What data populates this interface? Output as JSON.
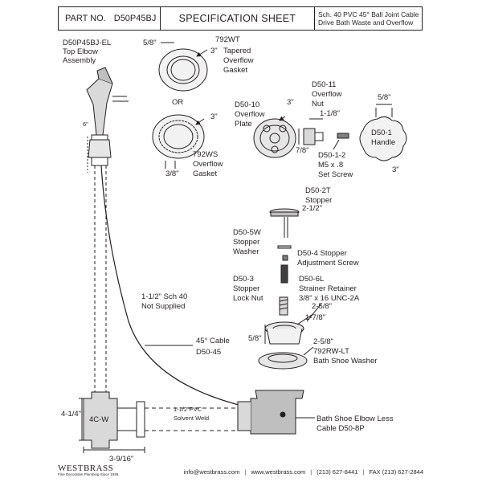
{
  "header": {
    "part_label": "PART NO.",
    "part_number": "D50P45BJ",
    "title": "SPECIFICATION SHEET",
    "description_line1": "Sch. 40 PVC 45° Ball Joint Cable",
    "description_line2": "Drive Bath Waste and Overflow"
  },
  "labels": {
    "elbow": [
      "D50P45BJ-EL",
      "Top Elbow",
      "Assembly"
    ],
    "gasket_wt": [
      "792WT",
      "Tapered",
      "Overflow",
      "Gasket"
    ],
    "dim_5_8_top": "5/8\"",
    "dim_3_wt": "3\"",
    "or": "OR",
    "dim_3_ws": "3\"",
    "gasket_ws": [
      "792WS",
      "Overflow",
      "Gasket"
    ],
    "dim_3_8_ws": "3/8\"",
    "plate": [
      "D50-10",
      "Overflow",
      "Plate"
    ],
    "dim_3_plate": "3\"",
    "nut": [
      "D50-11",
      "Overflow",
      "Nut"
    ],
    "dim_1_1_8": "1-1/8\"",
    "dim_7_8": "7/8\"",
    "set_screw": [
      "D50-1-2",
      "M5 x .8",
      "Set Screw"
    ],
    "dim_5_8_handle": "5/8\"",
    "handle": [
      "D50-1",
      "Handle"
    ],
    "dim_3_handle": "3\"",
    "stopper": [
      "D50-2T",
      "Stopper"
    ],
    "dim_2_1_2": "2-1/2\"",
    "washer": [
      "D50-5W",
      "Stopper",
      "Washer"
    ],
    "adj_screw": [
      "D50-4 Stopper",
      "Adjustment Screw"
    ],
    "lock_nut": [
      "D50-3",
      "Stopper",
      "Lock Nut"
    ],
    "retainer": [
      "D50-6L",
      "Strainer Retainer",
      "3/8\" x 16 UNC-2A"
    ],
    "dim_2_5_8_a": "2-5/8\"",
    "dim_1_7_8": "1-7/8\"",
    "dim_5_8_strainer": "5/8\"",
    "dim_2_5_8_b": "2-5/8\"",
    "bath_washer": [
      "792RW-LT",
      "Bath Shoe Washer"
    ],
    "pipe": [
      "1-1/2\" Sch 40",
      "Not Supplied"
    ],
    "cable": [
      "45° Cable",
      "D50-45"
    ],
    "tee_code": "4C-W",
    "dim_4_1_4": "4-1/4\"",
    "dim_3_9_16": "3-9/16\"",
    "pvc": [
      "1-1/2\"PVC",
      "Solvent Weld"
    ],
    "shoe_elbow": [
      "Bath Shoe Elbow Less",
      "Cable D50-8P"
    ],
    "tiny_dim_6": "6\""
  },
  "footer": {
    "brand_name": "WESTBRASS",
    "brand_tagline": "Fine Decorative Plumbing Since 1935",
    "email": "info@westbrass.com",
    "website": "www.westbrass.com",
    "phone": "(213) 627-8441",
    "fax": "FAX (213) 627-2844",
    "separator": "|"
  }
}
